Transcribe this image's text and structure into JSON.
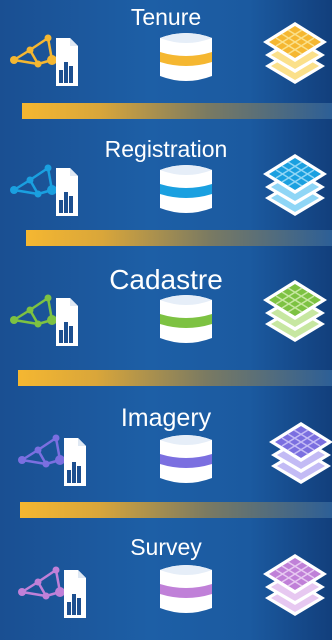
{
  "sections": [
    {
      "title": "Tenure",
      "color": "#f5b731",
      "light": "#fbe08a"
    },
    {
      "title": "Registration",
      "color": "#1aa0e0",
      "light": "#8fd6f6"
    },
    {
      "title": "Cadastre",
      "color": "#7dc242",
      "light": "#c7e7a1"
    },
    {
      "title": "Imagery",
      "color": "#7b6fe0",
      "light": "#c3bbf5"
    },
    {
      "title": "Survey",
      "color": "#c080d8",
      "light": "#e7c8f1"
    }
  ],
  "bar_color": "#f5b731"
}
